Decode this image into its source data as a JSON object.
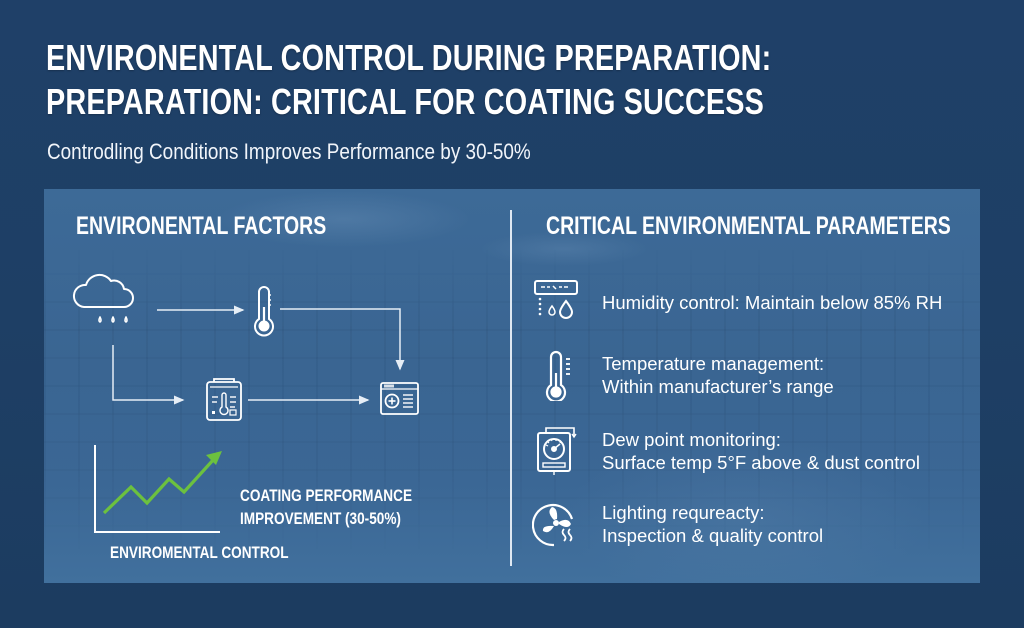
{
  "header": {
    "title_line1": "ENVIRONENTAL CONTROL DURING PREPARATION:",
    "title_line2": "PREPARATION: CRITICAL FOR COATING SUCCESS",
    "subtitle": "Controdling Conditions Improves Performance by 30-50%"
  },
  "colors": {
    "page_background": "#1e3f65",
    "panel_background": "#3b6795",
    "text": "#ffffff",
    "accent_green": "#6cc13f",
    "line_white": "#e6eef6"
  },
  "left_section": {
    "heading": "ENVIRONENTAL FACTORS",
    "flow_icons": [
      {
        "id": "rain-cloud",
        "icon": "rain-cloud-icon"
      },
      {
        "id": "thermometer",
        "icon": "thermometer-icon"
      },
      {
        "id": "clipboard-thermometer",
        "icon": "clipboard-thermometer-icon"
      },
      {
        "id": "monitor-window",
        "icon": "monitor-window-icon"
      }
    ],
    "chart": {
      "performance_label_line1": "COATING PERFORMANCE",
      "performance_label_line2": "IMPROVEMENT (30-50%)",
      "axis_label": "ENVIROMENTAL CONTROL"
    }
  },
  "right_section": {
    "heading": "CRITICAL ENVIRONMENTAL PARAMETERS",
    "parameters": [
      {
        "icon": "humidity-meter-icon",
        "line1": "Humidity control: Maintain below 85% RH",
        "line2": ""
      },
      {
        "icon": "thermometer-icon",
        "line1": "Temperature management:",
        "line2": "Within manufacturer’s range"
      },
      {
        "icon": "dew-point-gauge-icon",
        "line1": "Dew point monitoring:",
        "line2": "Surface temp 5°F above & dust control"
      },
      {
        "icon": "fan-ventilation-icon",
        "line1": "Lighting requreacty:",
        "line2": "Inspection & quality control"
      }
    ]
  },
  "chart_data": {
    "type": "line",
    "title": "COATING PERFORMANCE IMPROVEMENT (30-50%)",
    "xlabel": "ENVIROMENTAL CONTROL",
    "ylabel": "",
    "grid": false,
    "series": [
      {
        "name": "Coating performance",
        "color": "#6cc13f",
        "x": [
          0,
          1,
          2,
          3,
          4,
          5
        ],
        "values": [
          1,
          3,
          2,
          4,
          3,
          6
        ]
      }
    ]
  }
}
